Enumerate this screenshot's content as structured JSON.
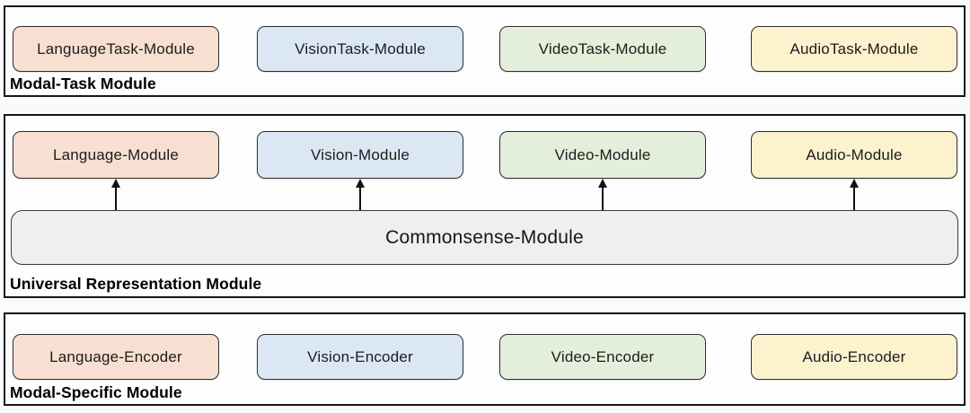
{
  "sections": [
    {
      "label": "Modal-Task Module",
      "boxes": [
        {
          "label": "LanguageTask-Module",
          "color": "#f7e0d1"
        },
        {
          "label": "VisionTask-Module",
          "color": "#dce7f4"
        },
        {
          "label": "VideoTask-Module",
          "color": "#e3efdb"
        },
        {
          "label": "AudioTask-Module",
          "color": "#fcf2cd"
        }
      ]
    },
    {
      "label": "Universal Representation Module",
      "boxes": [
        {
          "label": "Language-Module",
          "color": "#f7e0d1"
        },
        {
          "label": "Vision-Module",
          "color": "#dce7f4"
        },
        {
          "label": "Video-Module",
          "color": "#e3efdb"
        },
        {
          "label": "Audio-Module",
          "color": "#fcf2cd"
        }
      ],
      "wide_box": {
        "label": "Commonsense-Module",
        "color": "#efefef"
      },
      "arrows": [
        "up",
        "up",
        "up",
        "up"
      ]
    },
    {
      "label": "Modal-Specific Module",
      "boxes": [
        {
          "label": "Language-Encoder",
          "color": "#f7e0d1"
        },
        {
          "label": "Vision-Encoder",
          "color": "#dce7f4"
        },
        {
          "label": "Video-Encoder",
          "color": "#e3efdb"
        },
        {
          "label": "Audio-Encoder",
          "color": "#fcf2cd"
        }
      ]
    }
  ],
  "colors": {
    "language_fill": "#f7e0d1",
    "vision_fill": "#dce7f4",
    "video_fill": "#e3efdb",
    "audio_fill": "#fcf2cd",
    "commonsense_fill": "#efefef",
    "panel_background": "#fdfdfd",
    "border": "#161616"
  }
}
